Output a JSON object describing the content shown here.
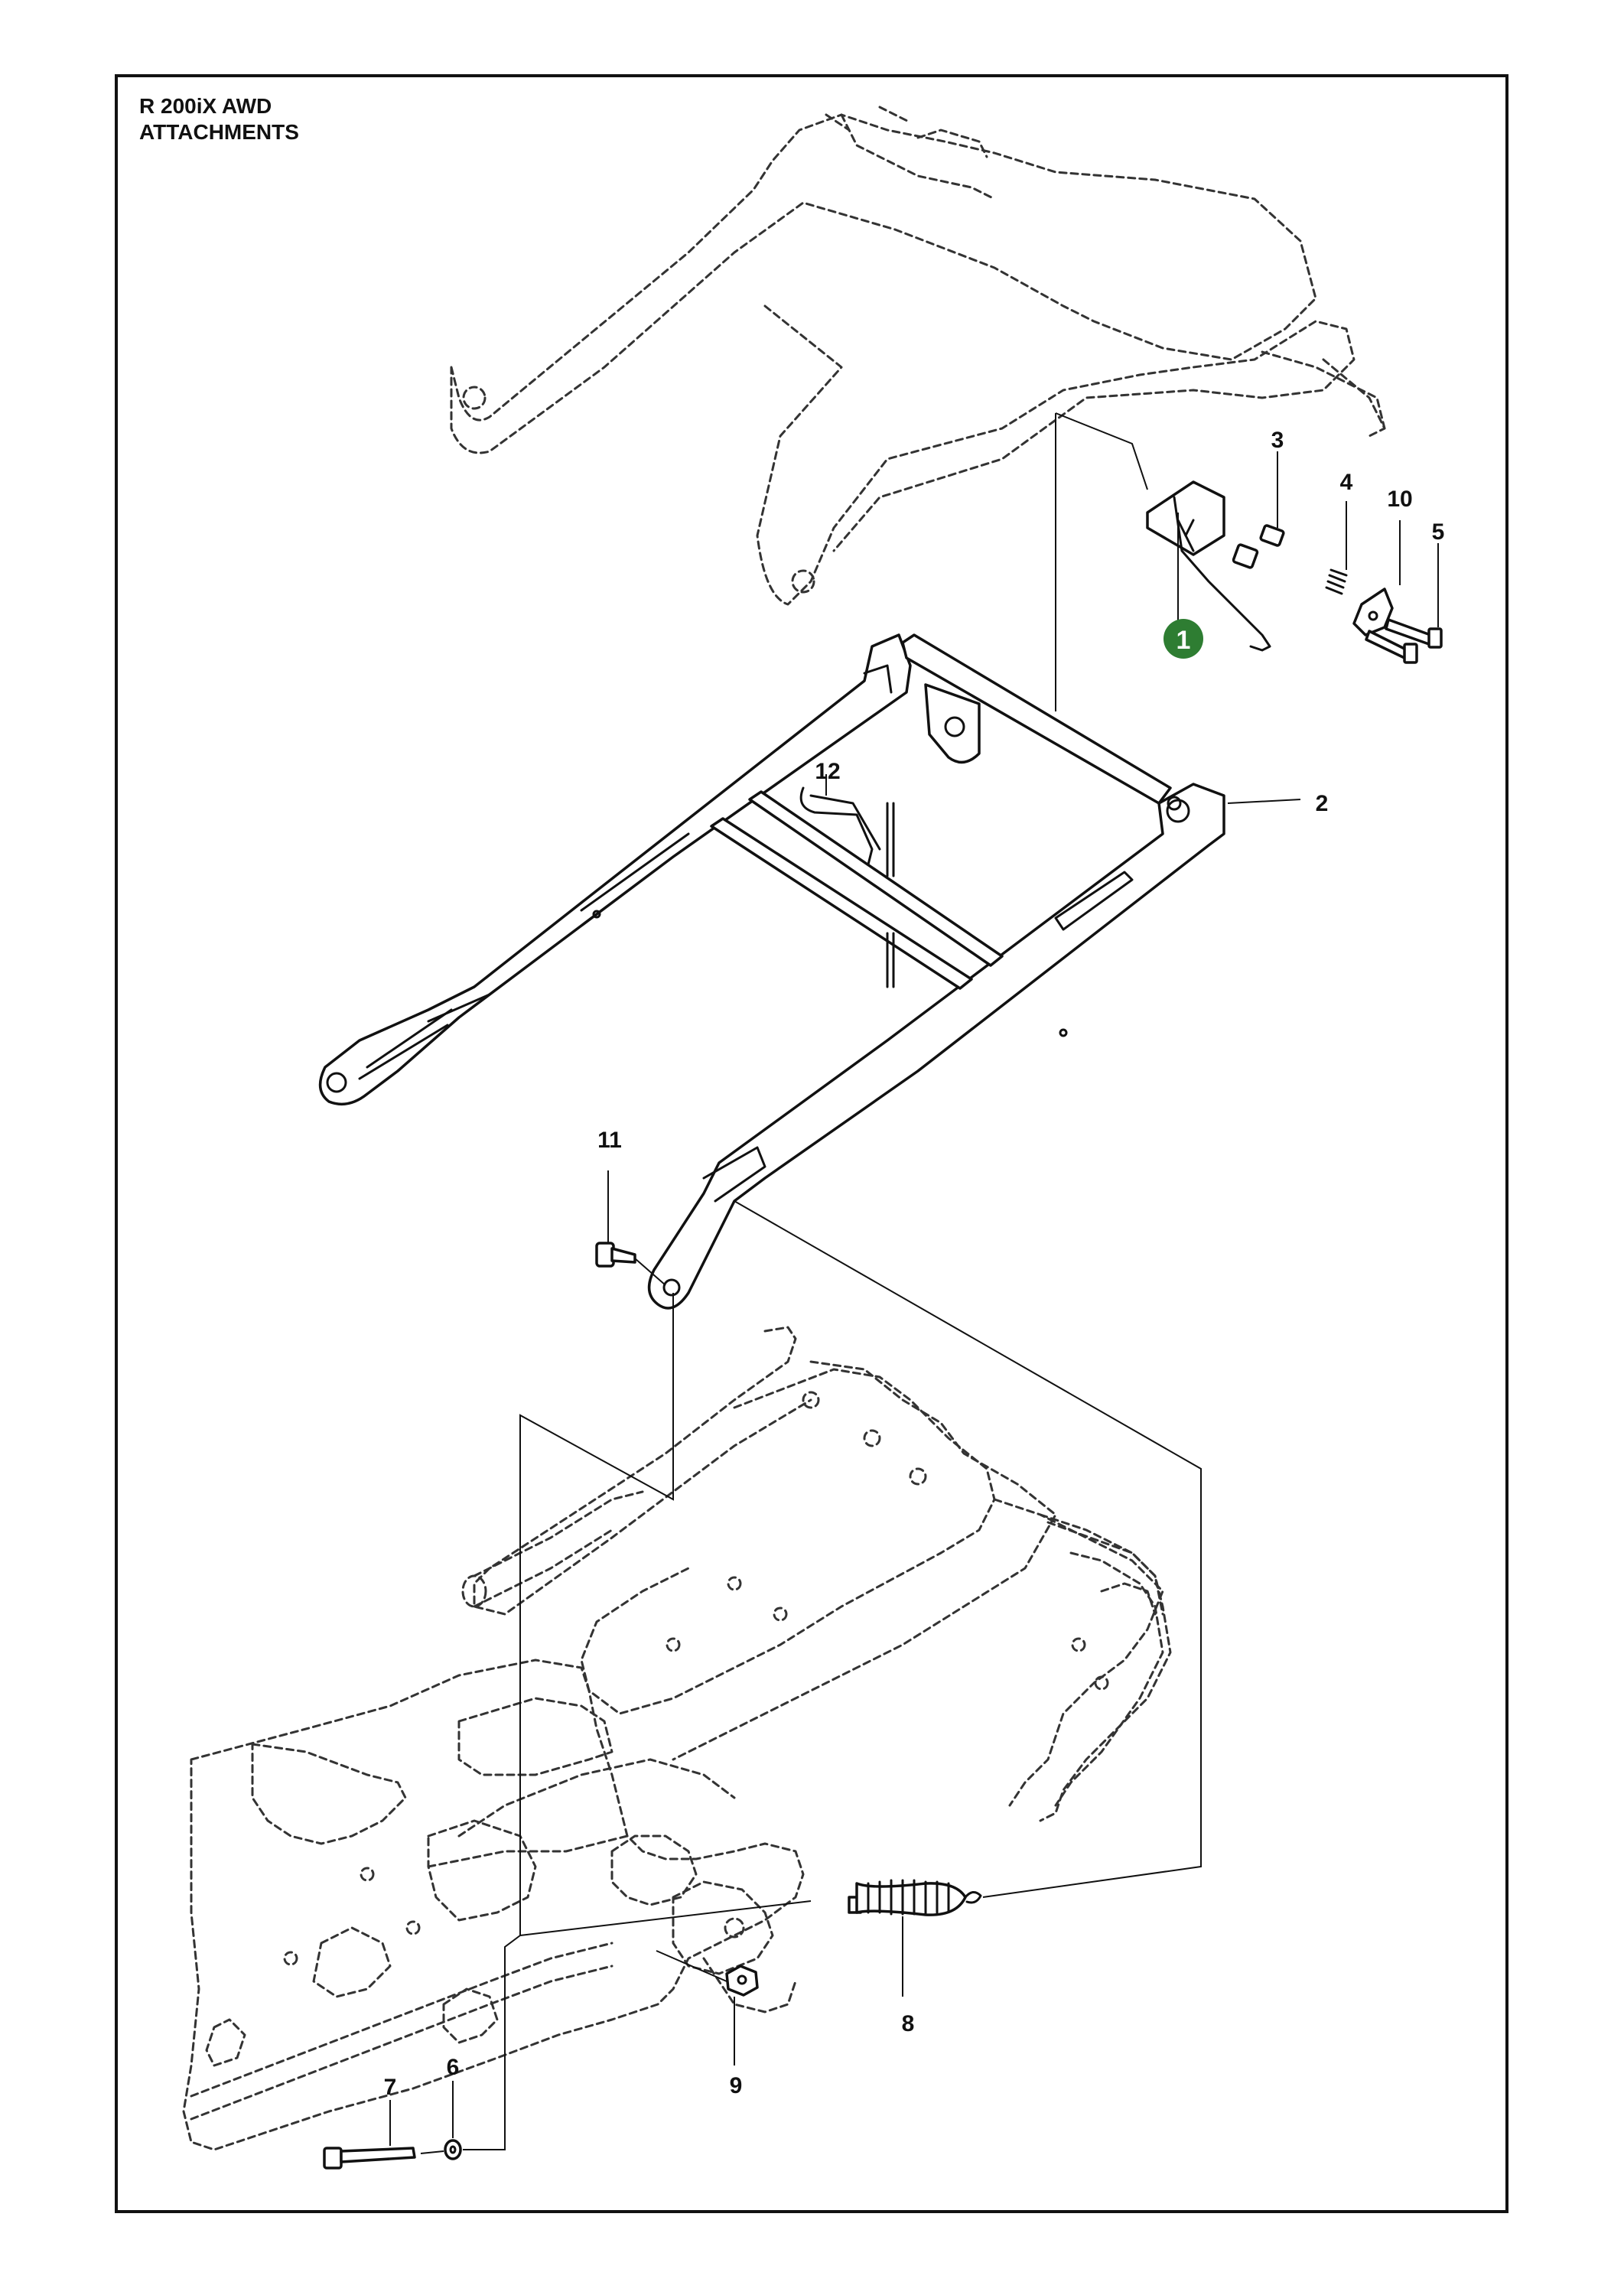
{
  "header": {
    "model": "R 200iX AWD",
    "section": "ATTACHMENTS"
  },
  "callouts": [
    {
      "id": "1",
      "label": "1",
      "highlighted": true
    },
    {
      "id": "2",
      "label": "2"
    },
    {
      "id": "3",
      "label": "3"
    },
    {
      "id": "4",
      "label": "4"
    },
    {
      "id": "5",
      "label": "5"
    },
    {
      "id": "6",
      "label": "6"
    },
    {
      "id": "7",
      "label": "7"
    },
    {
      "id": "8",
      "label": "8"
    },
    {
      "id": "9",
      "label": "9"
    },
    {
      "id": "10",
      "label": "10"
    },
    {
      "id": "11",
      "label": "11"
    },
    {
      "id": "12",
      "label": "12"
    }
  ],
  "colors": {
    "highlight": "#2e7d32",
    "ink": "#111111",
    "background": "#ffffff"
  }
}
